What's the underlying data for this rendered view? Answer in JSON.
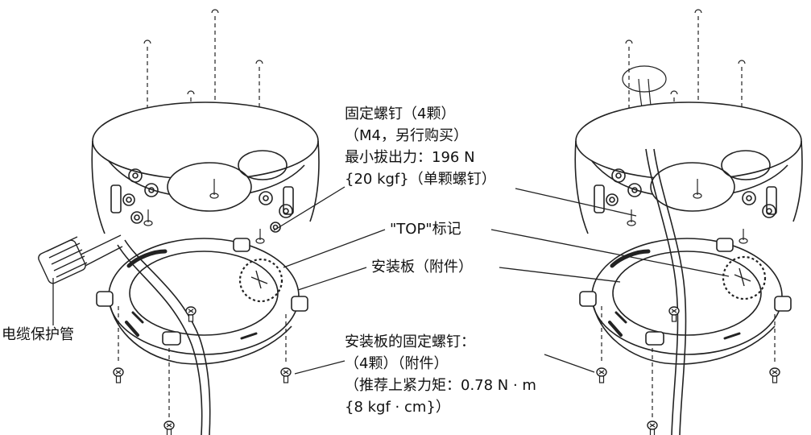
{
  "labels": {
    "fixing_screw": {
      "line1": "固定螺钉（4颗）",
      "line2": "（M4，另行购买）",
      "line3": "最小拔出力：196 N",
      "line4": "{20 kgf}（单颗螺钉）"
    },
    "top_mark": "\"TOP\"标记",
    "mount_plate": "安装板（附件）",
    "conduit": "电缆保护管",
    "plate_screw": {
      "line1": "安装板的固定螺钉：",
      "line2": "（4颗）（附件）",
      "line3": "（推荐上紧力矩：0.78 N · m",
      "line4": "{8 kgf · cm}）"
    }
  }
}
